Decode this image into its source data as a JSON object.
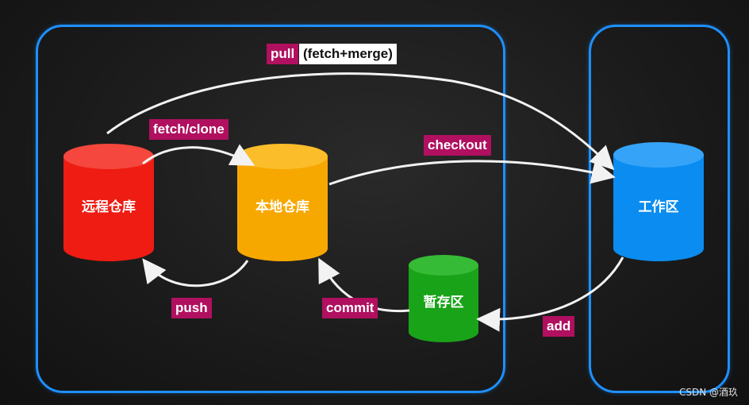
{
  "nodes": {
    "remote": {
      "label": "远程仓库",
      "color": "#ee1c12"
    },
    "local": {
      "label": "本地仓库",
      "color": "#f7a800"
    },
    "stage": {
      "label": "暂存区",
      "color": "#19a319"
    },
    "work": {
      "label": "工作区",
      "color": "#0a8cf0"
    }
  },
  "edges": {
    "pull": "pull",
    "pull_detail": "(fetch+merge)",
    "fetch_clone": "fetch/clone",
    "checkout": "checkout",
    "push": "push",
    "commit": "commit",
    "add": "add"
  },
  "watermark": "CSDN @酒玖",
  "accent": "#1e8fff",
  "tag_color": "#b0105f"
}
